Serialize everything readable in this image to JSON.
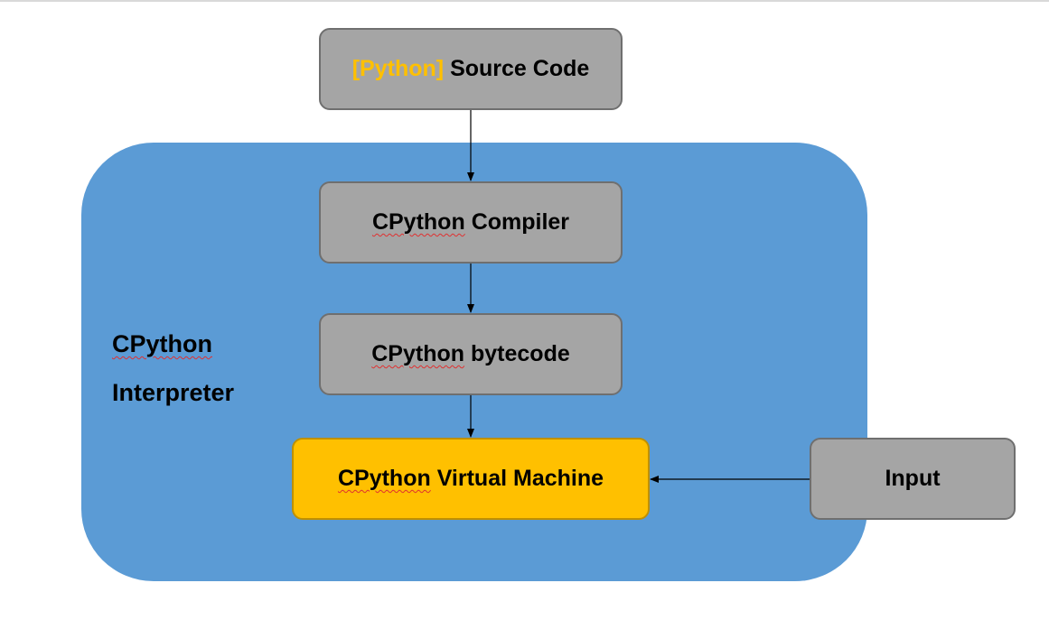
{
  "diagram": {
    "source": {
      "bracket": "[Python]",
      "text": "Source Code"
    },
    "compiler": {
      "word": "CPython",
      "rest": "Compiler"
    },
    "bytecode": {
      "word": "CPython",
      "rest": "bytecode"
    },
    "vm": {
      "word": "CPython",
      "rest": "Virtual Machine"
    },
    "input": "Input",
    "container_label": {
      "line1": "CPython",
      "line2": "Interpreter"
    }
  },
  "colors": {
    "container": "#5b9bd5",
    "box": "#a5a5a5",
    "vm_box": "#ffc000",
    "accent_text": "#ffc000",
    "spellcheck_underline": "#e03030"
  }
}
